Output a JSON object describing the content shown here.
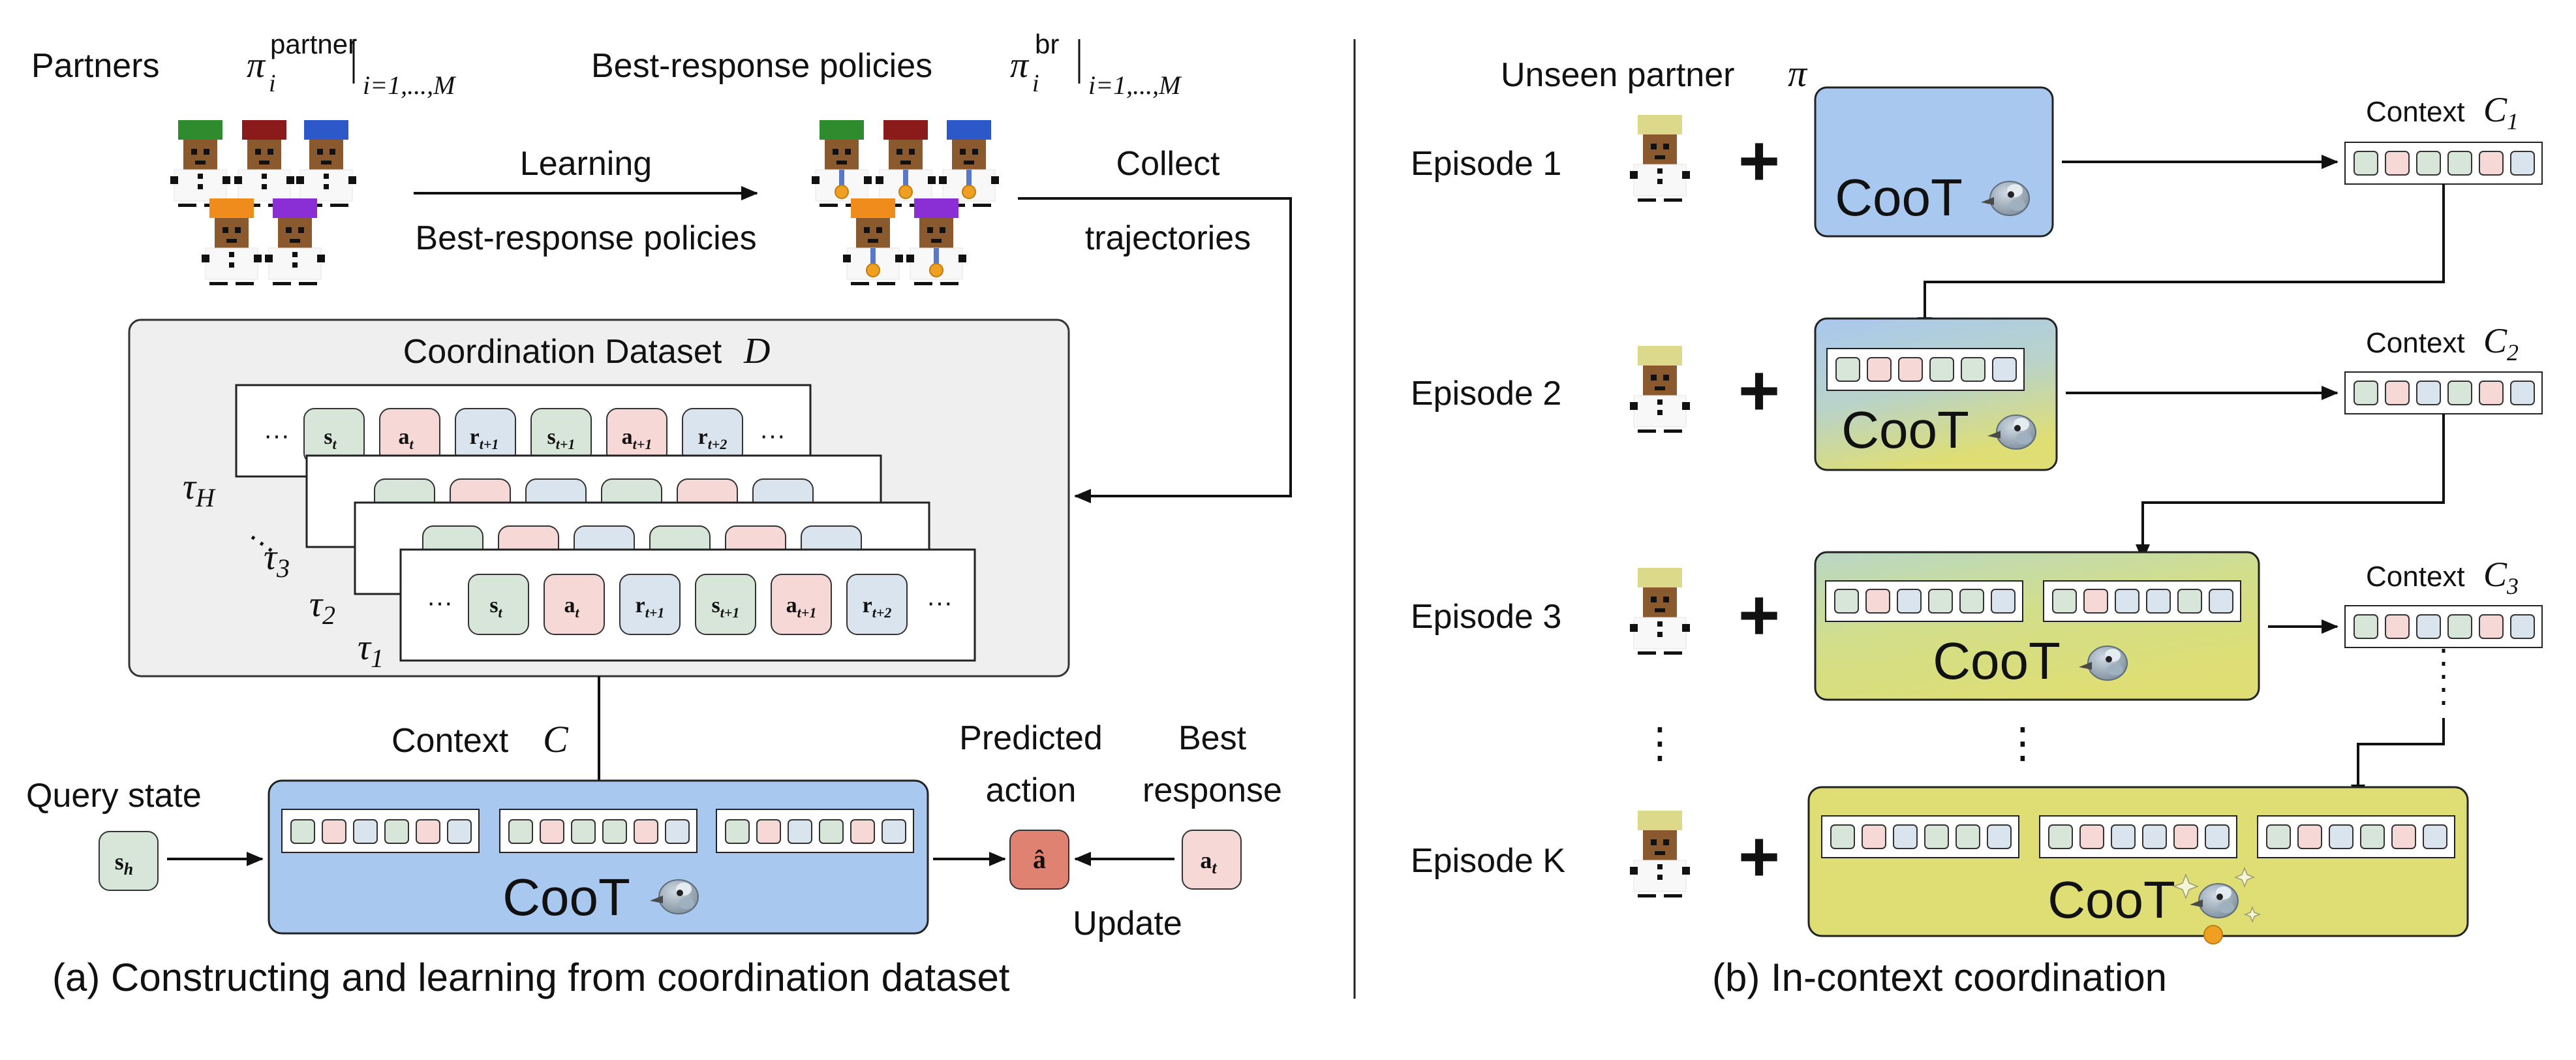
{
  "panel_a": {
    "partners_label": "Partners",
    "partners_pi": "π",
    "partners_sup": "partner",
    "partners_sub": "i",
    "partners_range": "i=1,...,M",
    "br_label": "Best-response policies",
    "br_pi": "π",
    "br_sup": "br",
    "br_sub": "i",
    "br_range": "i=1,...,M",
    "learning_top": "Learning",
    "learning_bottom": "Best-response policies",
    "collect_top": "Collect",
    "collect_bottom": "trajectories",
    "dataset_title": "Coordination Dataset",
    "dataset_symbol": "D",
    "tau_h": "τ",
    "tau_h_sub": "H",
    "tau_3": "τ",
    "tau_3_sub": "3",
    "tau_2": "τ",
    "tau_2_sub": "2",
    "tau_1": "τ",
    "tau_1_sub": "1",
    "ellipsis": "···",
    "vdots": "⋮",
    "tokens": [
      {
        "base": "s",
        "sub": "t"
      },
      {
        "base": "a",
        "sub": "t"
      },
      {
        "base": "r",
        "sub": "t+1"
      },
      {
        "base": "s",
        "sub": "t+1"
      },
      {
        "base": "a",
        "sub": "t+1"
      },
      {
        "base": "r",
        "sub": "t+2"
      }
    ],
    "context_label": "Context",
    "context_symbol": "C",
    "query_label": "Query state",
    "query_base": "s",
    "query_sub": "h",
    "coot_label": "CooT",
    "predicted_top": "Predicted",
    "predicted_bottom": "action",
    "pred_symbol": "â",
    "best_top": "Best",
    "best_bottom": "response",
    "best_base": "a",
    "best_sub": "t",
    "update_label": "Update",
    "caption": "(a) Constructing and learning from coordination dataset"
  },
  "panel_b": {
    "unseen_label": "Unseen partner",
    "unseen_symbol": "π",
    "episodes": [
      "Episode 1",
      "Episode 2",
      "Episode 3",
      "Episode K"
    ],
    "plus": "+",
    "coot_label": "CooT",
    "context_label": "Context",
    "context_symbol": "C",
    "context_subs": [
      "1",
      "2",
      "3"
    ],
    "vdots": "⋮",
    "caption": "(b) In-context coordination"
  },
  "colors": {
    "green_token": "#d7e6d9",
    "red_token": "#f6d8d6",
    "blue_token": "#d9e4ef",
    "coot_blue": "#a9c8ef",
    "coot_yellow": "#dede74",
    "pred_red": "#e08272",
    "dataset_gray": "#efefef",
    "hat_green": "#2e8b2e",
    "hat_darkred": "#8b1a1a",
    "hat_blue": "#2d58c9",
    "hat_orange": "#f08c1c",
    "hat_purple": "#8a2fd6",
    "hat_cream": "#dcd98a"
  },
  "icons": [
    "chef-agent-icon",
    "bird-mascot-icon",
    "medal-icon",
    "sparkle-icon"
  ]
}
